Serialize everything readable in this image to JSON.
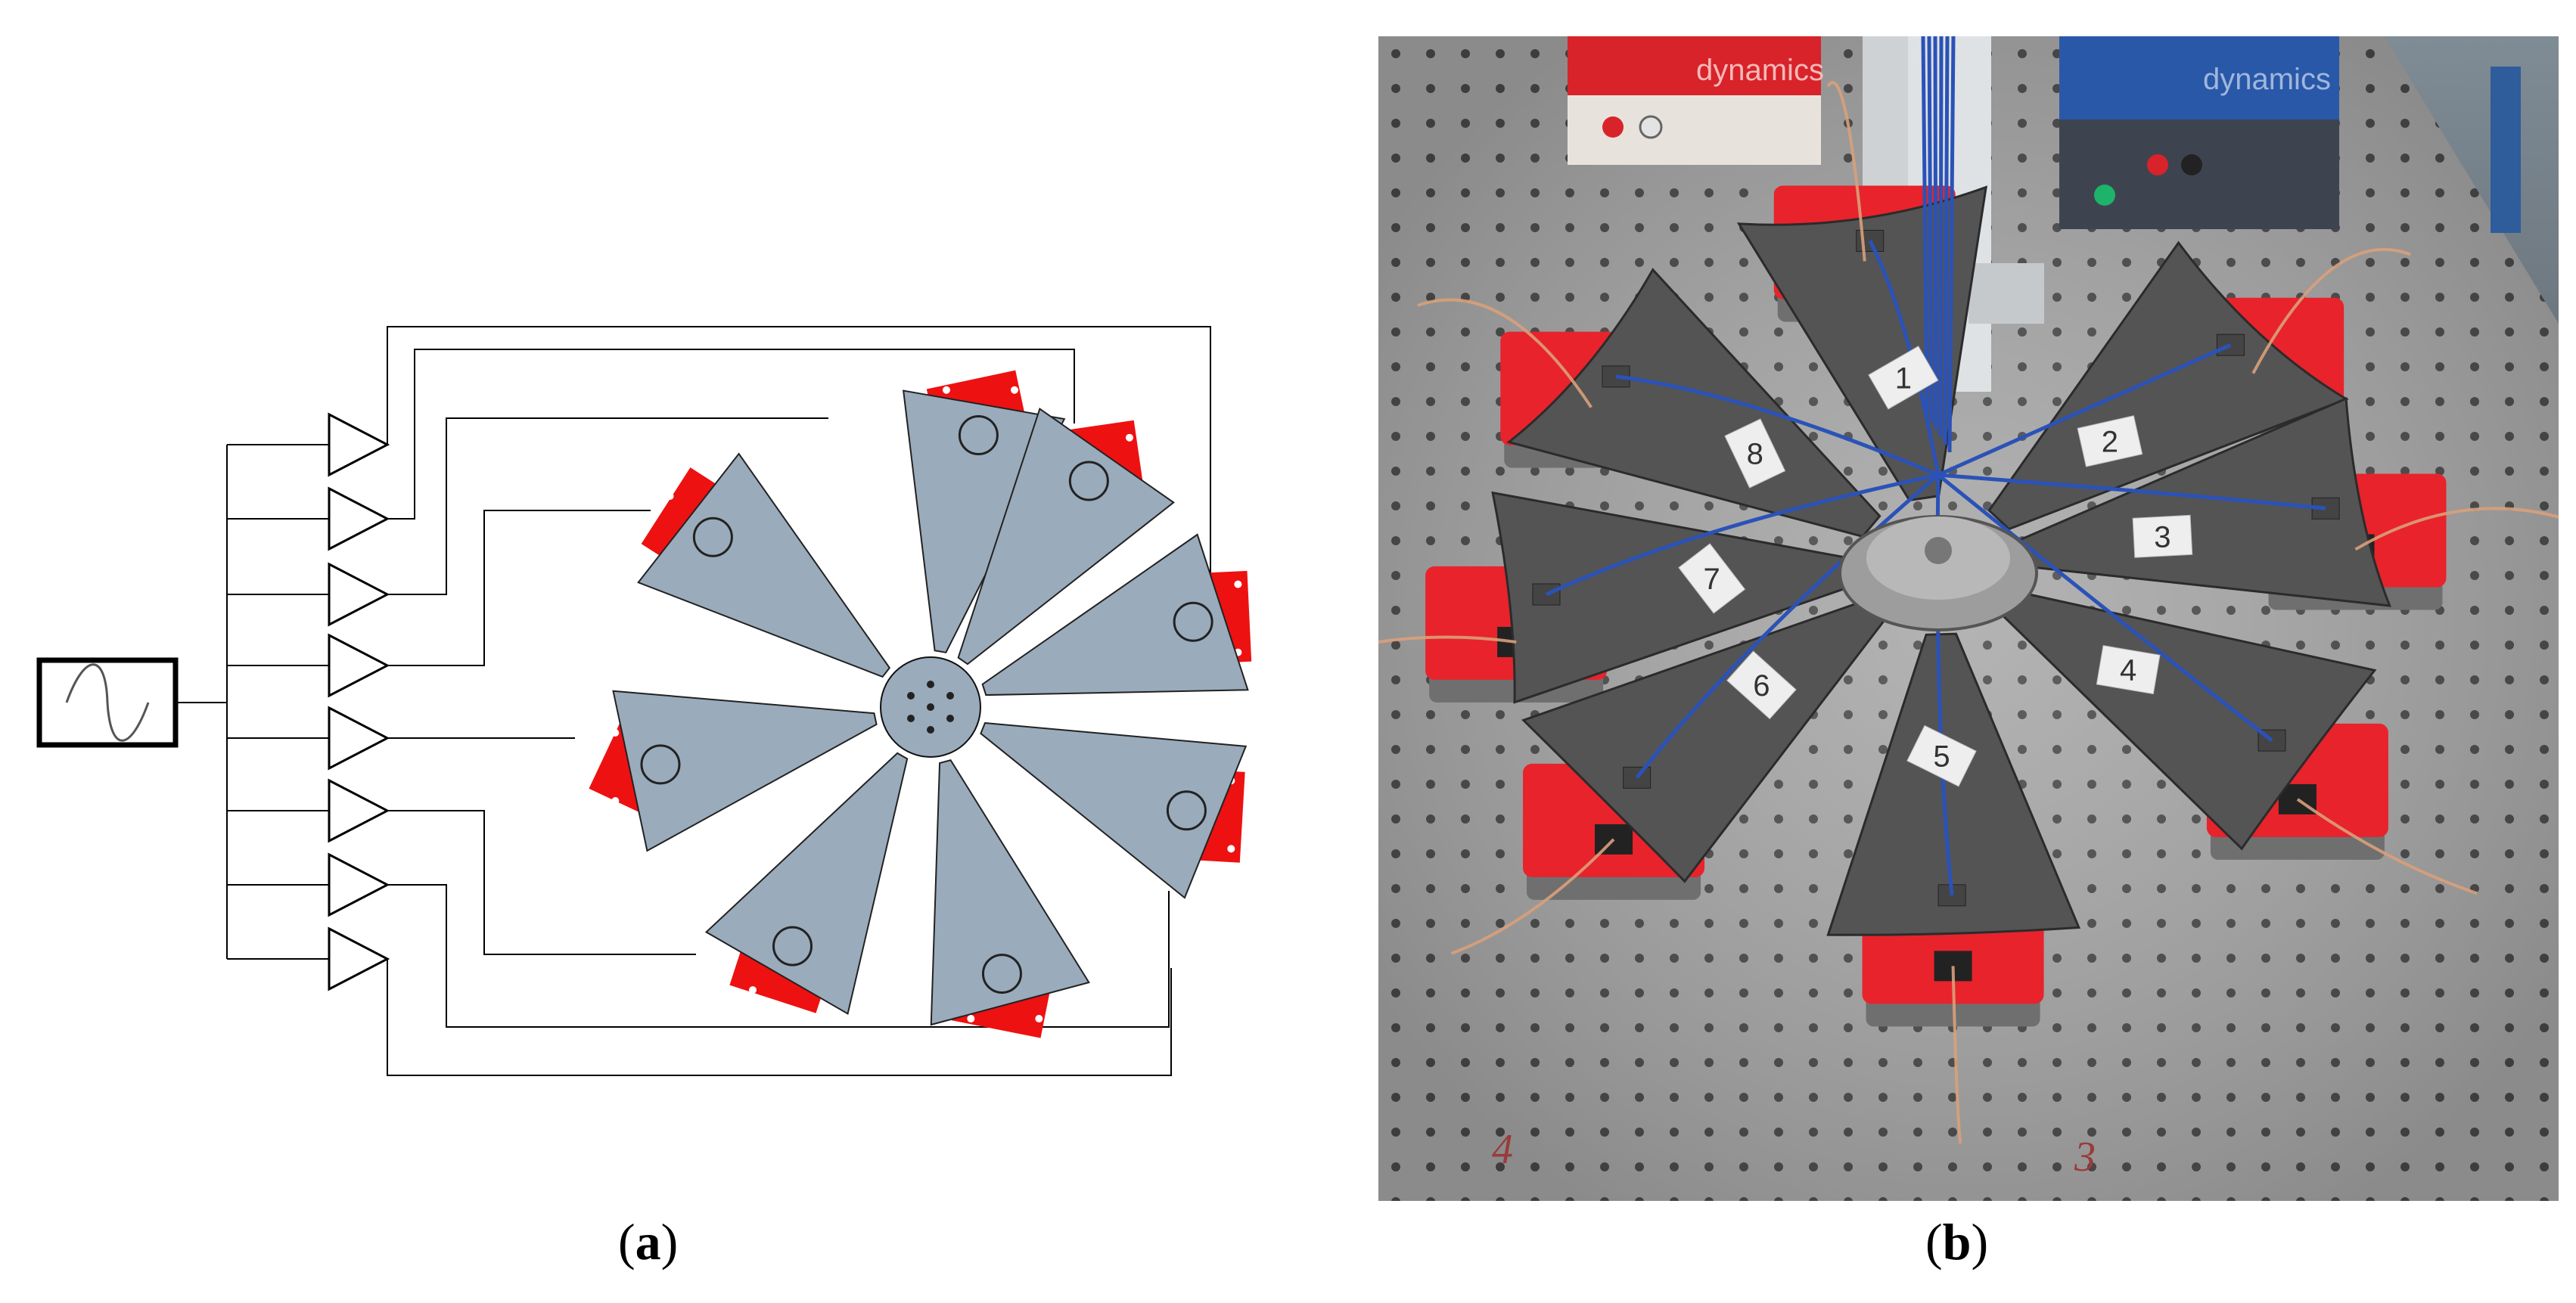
{
  "captions": {
    "a_open": "(",
    "a_letter": "a",
    "a_close": ")",
    "b_open": "(",
    "b_letter": "b",
    "b_close": ")"
  },
  "diagram": {
    "blade_count": 8,
    "amplifier_count": 8,
    "colors": {
      "blade": "#9aabbb",
      "pad": "#ee1111",
      "line": "#000000"
    },
    "icons": [
      "signal-generator-icon",
      "amplifier-icon",
      "sine-wave-icon"
    ]
  },
  "photo": {
    "colors": {
      "table": "#a8a8a8",
      "blade": "#545454",
      "shaker": "#e8232b",
      "cable": "#2a52b8",
      "wire": "#d99a70",
      "tape": "#eeeeee"
    },
    "blade_labels": [
      "1",
      "2",
      "3",
      "4",
      "5",
      "6",
      "7",
      "8"
    ],
    "floor_marks": [
      "4",
      "3"
    ],
    "brand_text": "dynamics"
  }
}
